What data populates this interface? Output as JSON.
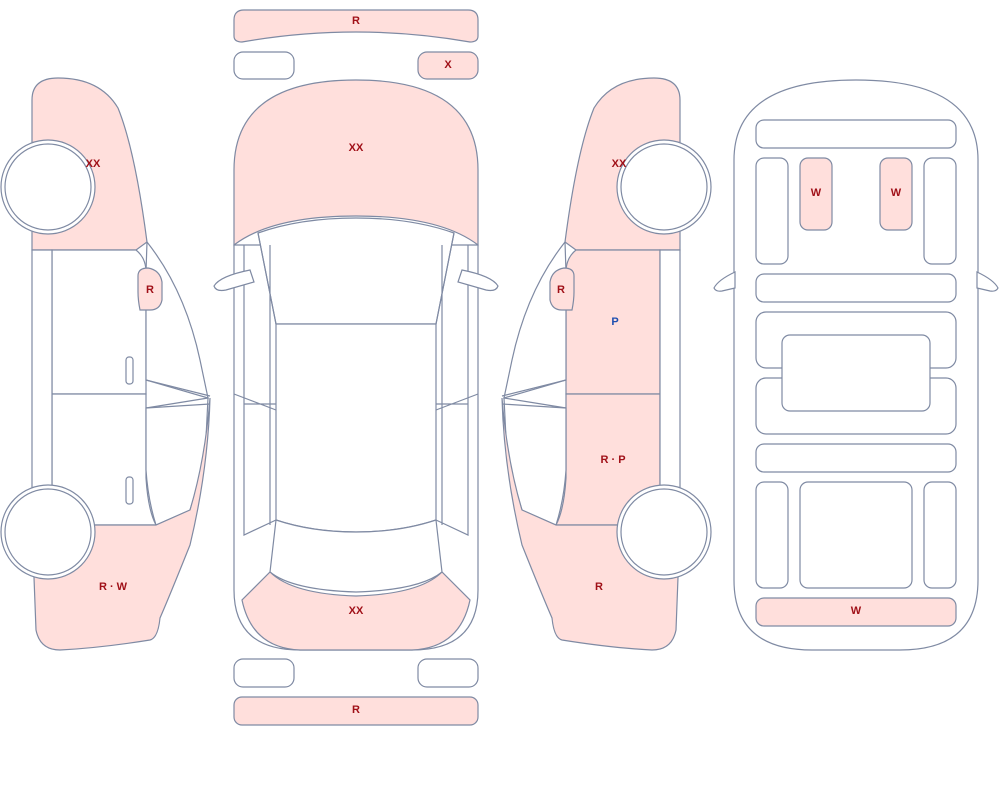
{
  "colors": {
    "damaged_fill": "#ffdfdc",
    "panel_outline": "#7f8aa3",
    "damage_code_text": "#a01018",
    "paint_code_text": "#1f4fb0"
  },
  "labels": {
    "front_bumper": "R",
    "front_right_corner": "X",
    "hood": "XX",
    "rear_bumper": "XX",
    "rear_panel": "R",
    "left_front_fender": "XX",
    "left_mirror": "R",
    "left_rear_quarter": "R · W",
    "right_front_fender": "XX",
    "right_mirror": "R",
    "right_front_door": "P",
    "right_rear_door": "R · P",
    "right_rear_quarter": "R",
    "interior_left_front_seat": "W",
    "interior_right_front_seat": "W",
    "interior_rear_rail": "W"
  }
}
